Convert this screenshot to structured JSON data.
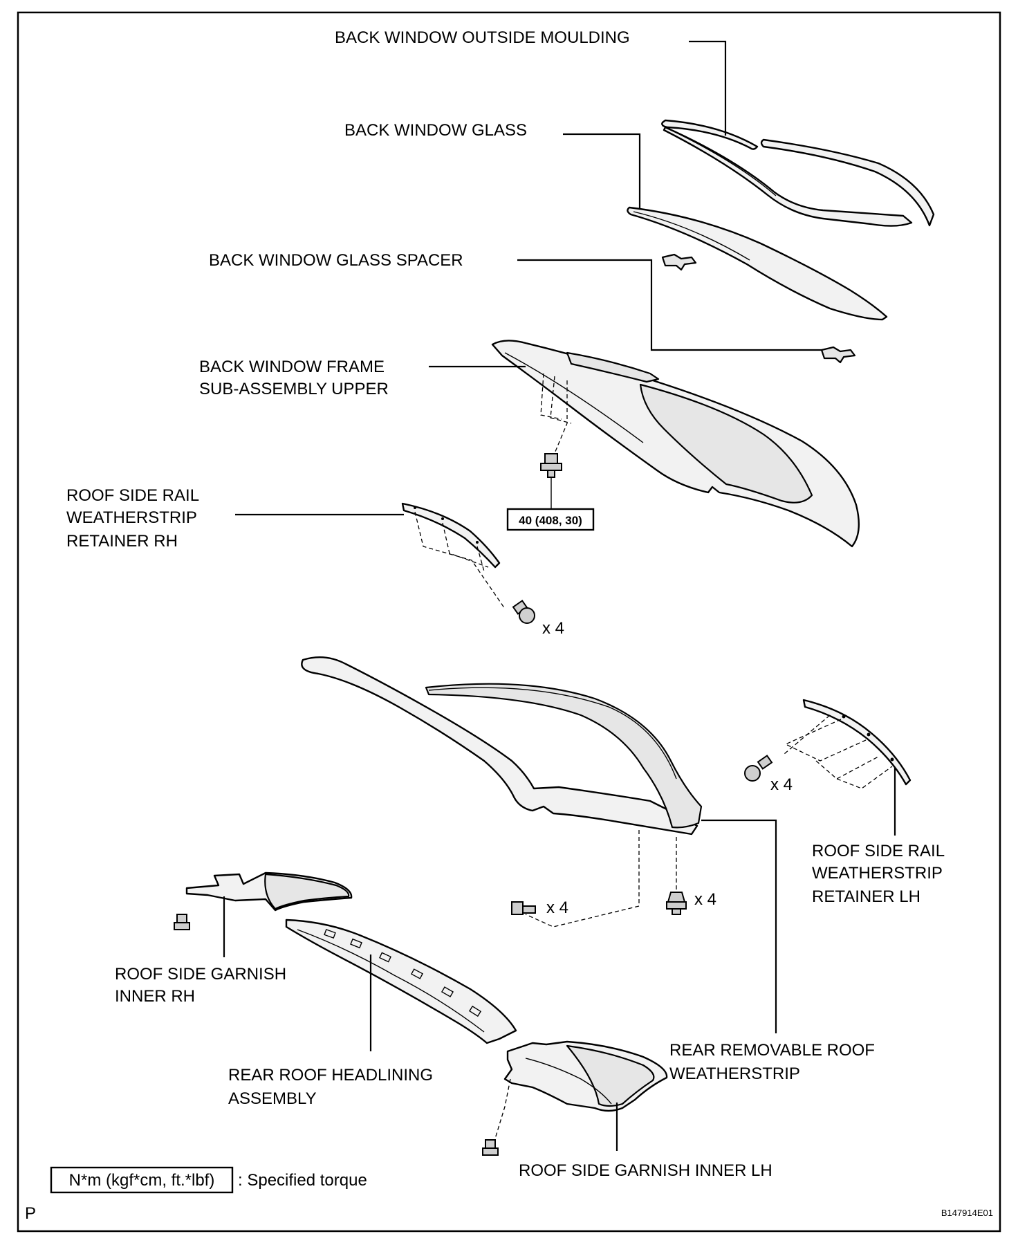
{
  "labels": {
    "outside_moulding": "BACK WINDOW OUTSIDE MOULDING",
    "back_window_glass": "BACK WINDOW GLASS",
    "glass_spacer": "BACK WINDOW GLASS SPACER",
    "frame_line1": "BACK WINDOW FRAME",
    "frame_line2": "SUB-ASSEMBLY UPPER",
    "retainer_rh_line1": "ROOF SIDE RAIL",
    "retainer_rh_line2": "WEATHERSTRIP",
    "retainer_rh_line3": "RETAINER RH",
    "retainer_lh_line1": "ROOF SIDE RAIL",
    "retainer_lh_line2": "WEATHERSTRIP",
    "retainer_lh_line3": "RETAINER LH",
    "garnish_rh_line1": "ROOF SIDE GARNISH",
    "garnish_rh_line2": "INNER RH",
    "headlining_line1": "REAR ROOF HEADLINING",
    "headlining_line2": "ASSEMBLY",
    "weatherstrip_line1": "REAR REMOVABLE ROOF",
    "weatherstrip_line2": "WEATHERSTRIP",
    "garnish_lh": "ROOF SIDE GARNISH INNER LH"
  },
  "quantities": {
    "q1": "x 4",
    "q2": "x 4",
    "q3": "x 4",
    "q4": "x 4"
  },
  "torque": {
    "value": "40 (408, 30)"
  },
  "legend": {
    "units": "N*m (kgf*cm, ft.*lbf)",
    "text": ": Specified torque"
  },
  "corner": {
    "left": "P",
    "right": "B147914E01"
  },
  "icons": [
    "bolt-icon",
    "clip-icon",
    "screw-icon"
  ]
}
